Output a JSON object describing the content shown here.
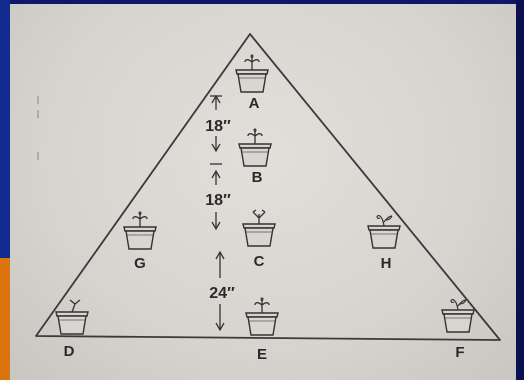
{
  "pots": [
    {
      "id": "pot-a",
      "label": "A"
    },
    {
      "id": "pot-b",
      "label": "B"
    },
    {
      "id": "pot-c",
      "label": "C"
    },
    {
      "id": "pot-d",
      "label": "D"
    },
    {
      "id": "pot-e",
      "label": "E"
    },
    {
      "id": "pot-f",
      "label": "F"
    },
    {
      "id": "pot-g",
      "label": "G"
    },
    {
      "id": "pot-h",
      "label": "H"
    }
  ],
  "dimensions": {
    "a_to_b": "18″",
    "b_to_c": "18″",
    "c_to_e": "24″"
  }
}
